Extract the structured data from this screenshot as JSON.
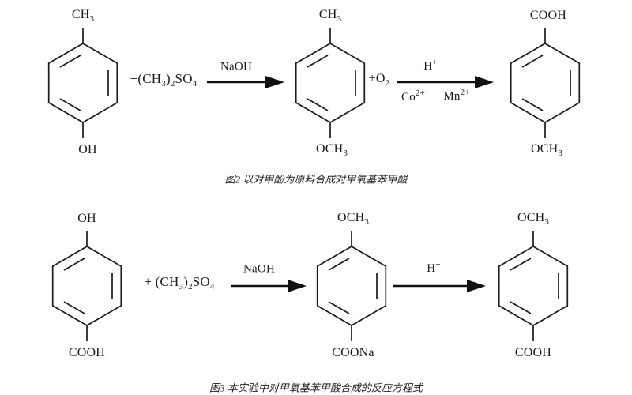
{
  "colors": {
    "ink": "#1a1a1a",
    "background": "#ffffff"
  },
  "schemes": {
    "s1": {
      "mol1": {
        "top": {
          "t": "CH",
          "sub": "3"
        },
        "bottom": {
          "t": "OH"
        }
      },
      "reagent": {
        "t1": "+(CH",
        "s1": "3",
        "t2": ")",
        "s2": "2",
        "t3": "SO",
        "s3": "4"
      },
      "step1": {
        "above": "NaOH"
      },
      "mol2": {
        "top": {
          "t": "CH",
          "sub": "3"
        },
        "bottom": {
          "t": "OCH",
          "sub": "3"
        }
      },
      "oxidant": {
        "t": "+O",
        "sub": "2"
      },
      "step2": {
        "above": {
          "t": "H",
          "sup": "+"
        },
        "below_left": {
          "t": "Co",
          "sup": "2+"
        },
        "below_right": {
          "t": "Mn",
          "sup": "2+"
        }
      },
      "mol3": {
        "top": {
          "t": "COOH"
        },
        "bottom": {
          "t": "OCH",
          "sub": "3"
        }
      },
      "caption": "图2 以对甲酚为原料合成对甲氧基苯甲酸"
    },
    "s2": {
      "mol1": {
        "top": {
          "t": "OH"
        },
        "bottom": {
          "t": "COOH"
        }
      },
      "reagent": {
        "t1": "+ (CH",
        "s1": "3",
        "t2": ")",
        "s2": "2",
        "t3": "SO",
        "s3": "4"
      },
      "step1": {
        "above": "NaOH"
      },
      "mol2": {
        "top": {
          "t": "OCH",
          "sub": "3"
        },
        "bottom": {
          "t": "COONa"
        }
      },
      "step2": {
        "above": {
          "t": "H",
          "sup": "+"
        }
      },
      "mol3": {
        "top": {
          "t": "OCH",
          "sub": "3"
        },
        "bottom": {
          "t": "COOH"
        }
      },
      "caption": "图3 本实验中对甲氧基苯甲酸合成的反应方程式"
    }
  }
}
